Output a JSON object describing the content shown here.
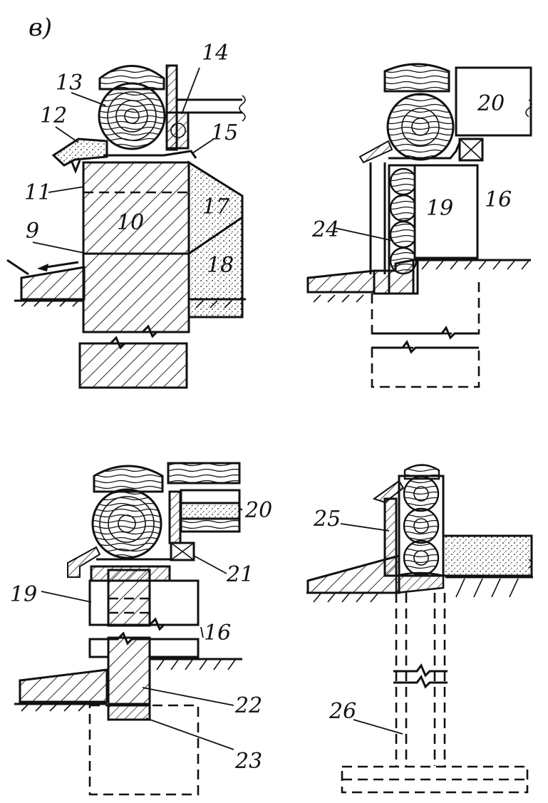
{
  "figure_tag": "в)",
  "labels": {
    "l9": "9",
    "l10": "10",
    "l11": "11",
    "l12": "12",
    "l13": "13",
    "l14": "14",
    "l15": "15",
    "l16a": "16",
    "l16b": "16",
    "l17": "17",
    "l18": "18",
    "l19a": "19",
    "l19b": "19",
    "l20a": "20",
    "l20b": "20",
    "l21": "21",
    "l22": "22",
    "l23": "23",
    "l24": "24",
    "l25": "25",
    "l26": "26"
  }
}
